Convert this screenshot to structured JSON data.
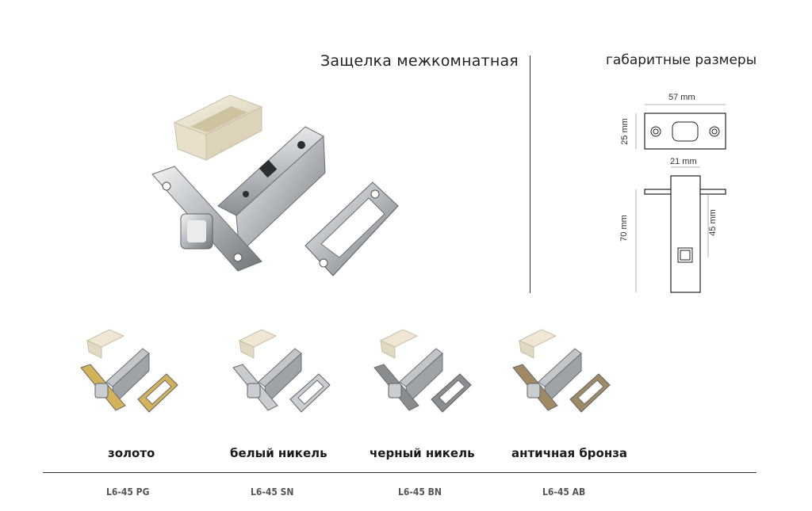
{
  "header": {
    "title": "Защелка межкомнатная",
    "dimensions_title": "габаритные размеры"
  },
  "dimensions": {
    "plate_width": "57 mm",
    "plate_height": "25 mm",
    "body_width": "21 mm",
    "body_length": "70 mm",
    "backset": "45 mm"
  },
  "variants": [
    {
      "name": "золото",
      "code": "L6-45 PG",
      "finish_color": "#d4b25a"
    },
    {
      "name": "белый никель",
      "code": "L6-45 SN",
      "finish_color": "#c9ccd0"
    },
    {
      "name": "черный никель",
      "code": "L6-45 BN",
      "finish_color": "#8a8d90"
    },
    {
      "name": "античная бронза",
      "code": "L6-45 AB",
      "finish_color": "#a08a63"
    }
  ],
  "colors": {
    "steel": "#c8cbce",
    "plastic": "#efe7d4"
  }
}
